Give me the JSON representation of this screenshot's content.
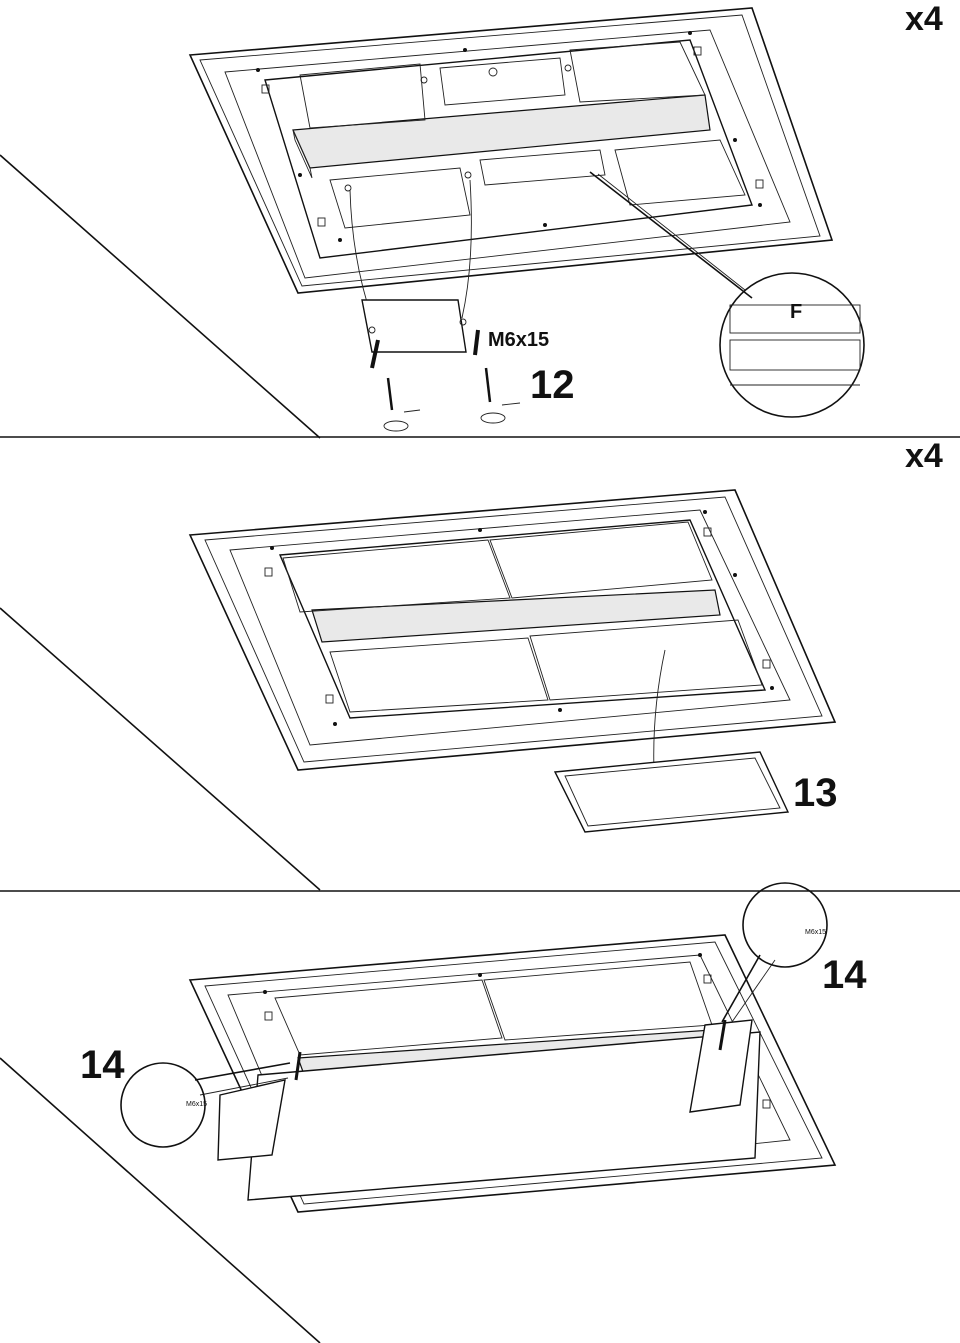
{
  "steps": [
    {
      "number": "12",
      "multiplier": "x4",
      "screw_label": "M6x15",
      "detail_label": "F"
    },
    {
      "number": "13",
      "multiplier": "x4"
    },
    {
      "number": "14",
      "number_right": "14",
      "detail_screw_label_left": "M6x15",
      "detail_screw_label_right": "M6x15"
    }
  ]
}
